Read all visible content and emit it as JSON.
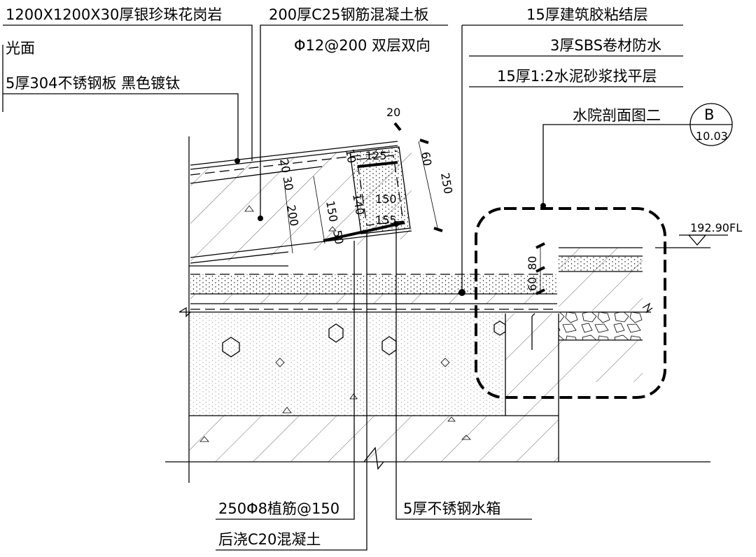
{
  "labels": {
    "granite": "1200X1200X30厚银珍珠花岗岩",
    "granite_finish": "光面",
    "steel_plate": "5厚304不锈钢板 黑色镀钛",
    "slab": "200厚C25钢筋混凝土板",
    "rebar": "Φ12@200 双层双向",
    "adhesive": "15厚建筑胶粘结层",
    "waterproof": "3厚SBS卷材防水",
    "screed": "15厚1:2水泥砂浆找平层",
    "section_ref": "水院剖面图二",
    "anchor_bar": "250Φ8植筋@150",
    "post_pour": "后浇C20混凝土",
    "water_tank": "5厚不锈钢水箱"
  },
  "section_marker": {
    "letter": "B",
    "sheet": "10.03"
  },
  "elevation": {
    "value": "192.90FL"
  },
  "dimensions": {
    "d20": "20",
    "d10": "10",
    "d125": "125",
    "d20_30": "20 30",
    "d60": "60",
    "d250": "250",
    "d150a": "150",
    "d150b": "150",
    "d140": "140",
    "d200": "200",
    "d50": "50",
    "d155": "155",
    "d80": "80",
    "d60b": "60"
  }
}
